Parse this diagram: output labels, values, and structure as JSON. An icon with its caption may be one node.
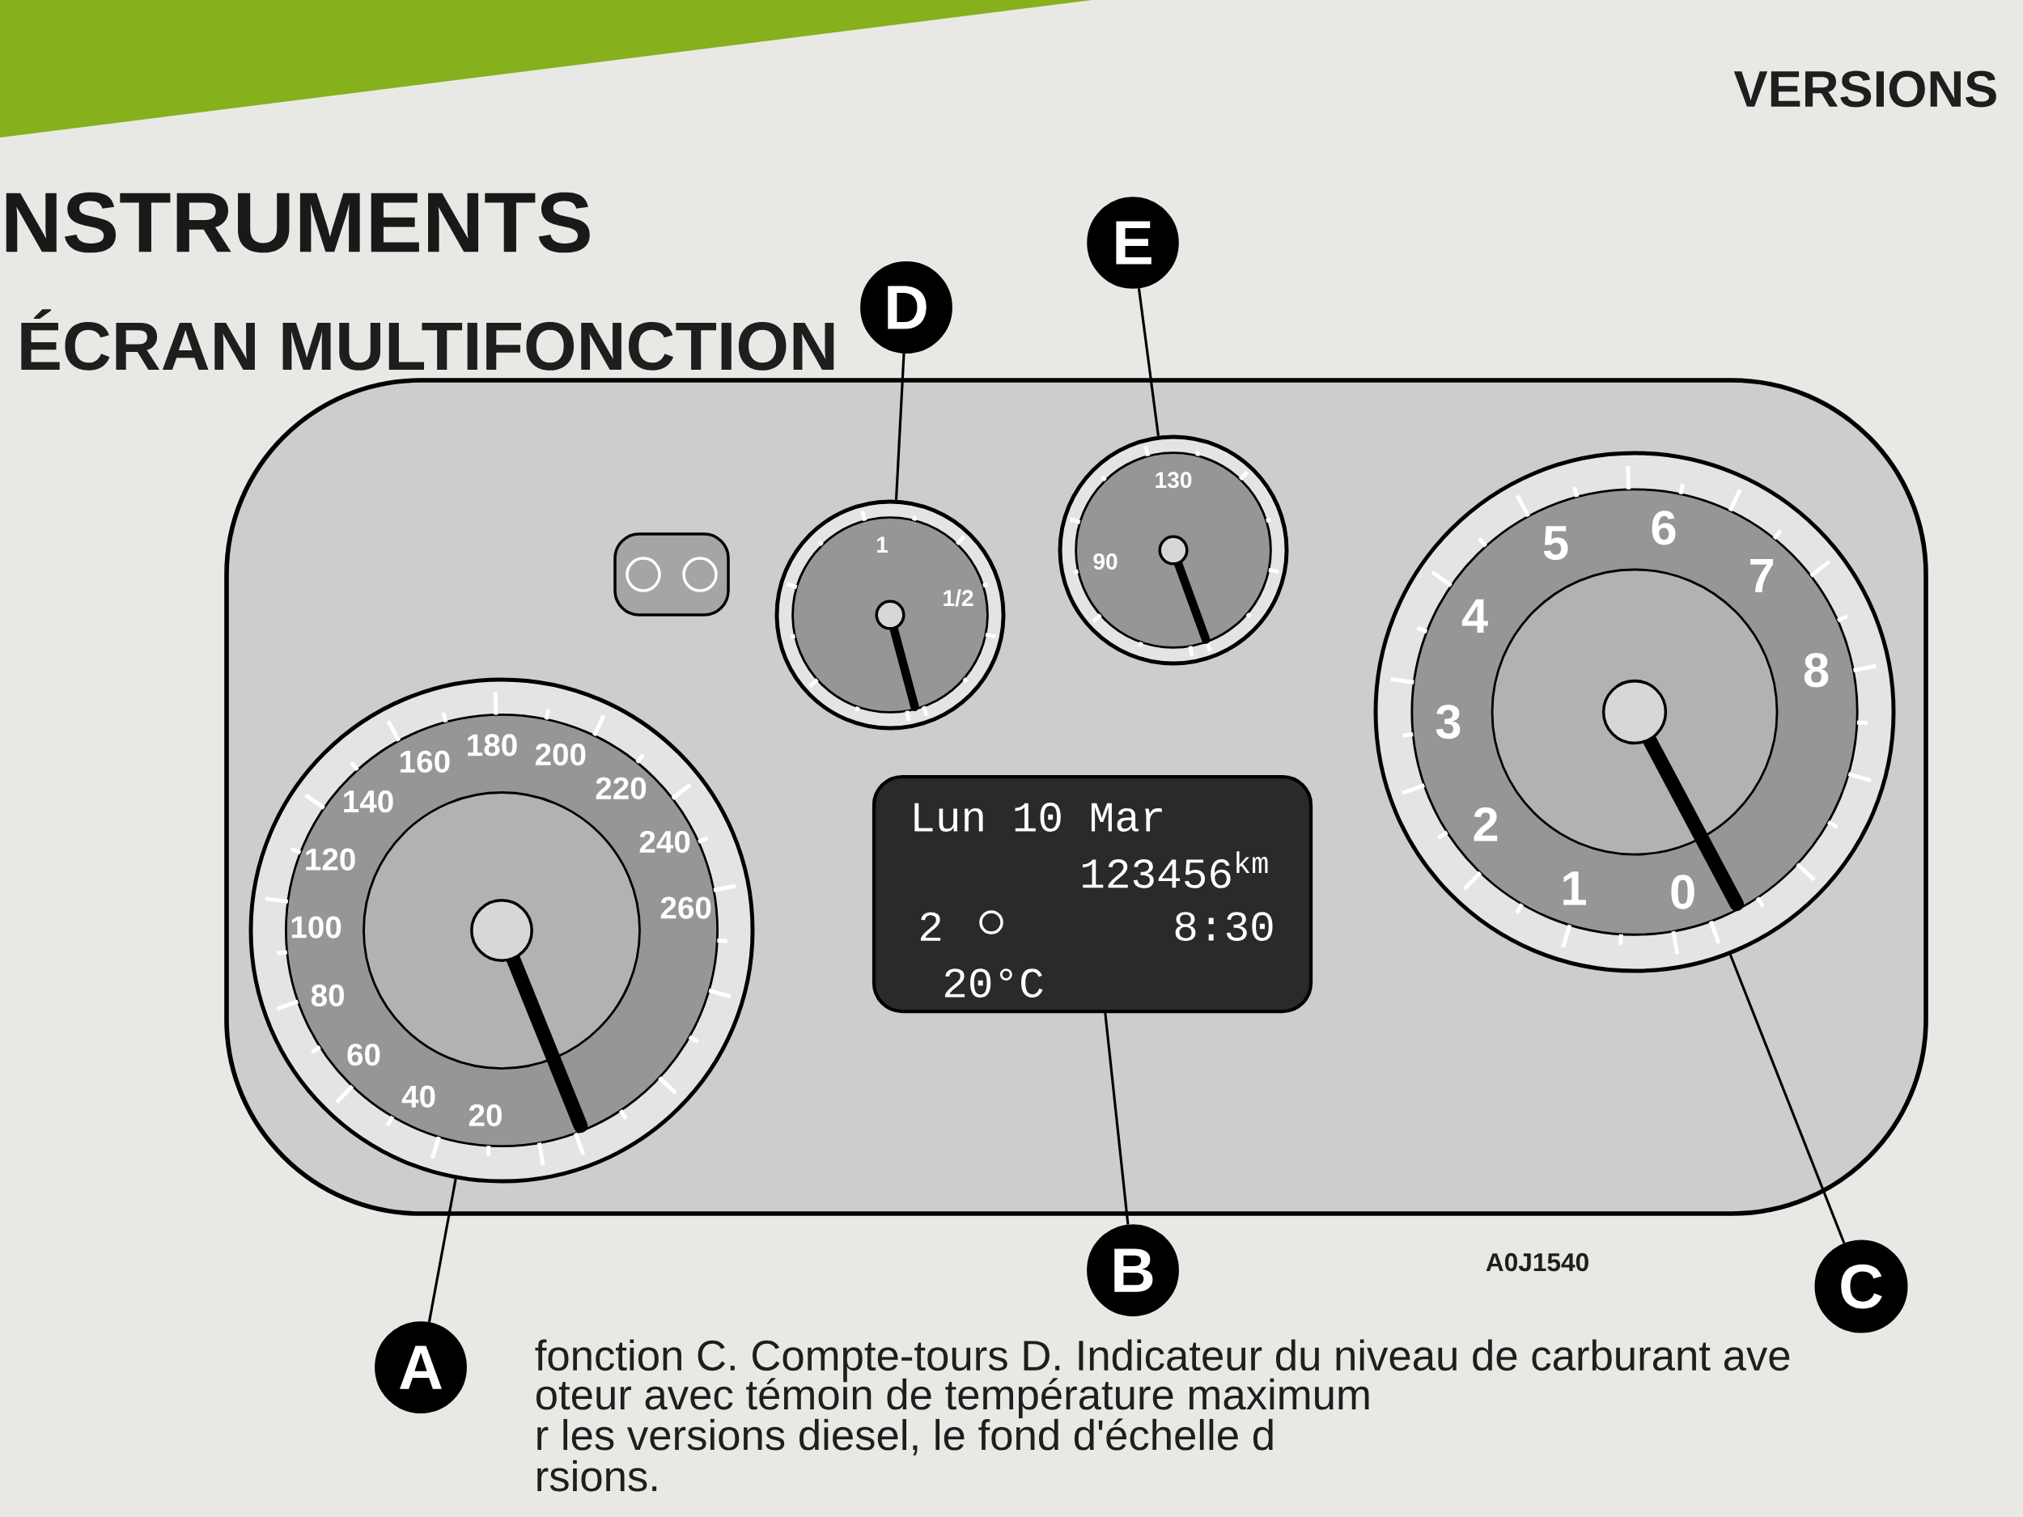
{
  "diagram": {
    "title": "NSTRUMENTS",
    "nodes": [
      {
        "text": [],
        "shape": "circle"
      },
      {
        "text": [
          "Lun 10 Mar",
          "123456$^{km}$",
          "2",
          "8:30",
          "20°C"
        ]
      },
      {
        "text": [],
        "shape": "circle"
      },
      {
        "text": [],
        "shape": "circle"
      },
      {
        "text": [],
        "shape": "circle"
      },
      {
        "text": [
          "A"
        ]
      },
      {
        "text": [
          "B"
        ]
      },
      {
        "text": [
          "C"
        ]
      },
      {
        "text": [
          "D"
        ]
      },
      {
        "text": [
          "E"
        ]
      }
    ],
    "edges": [
      {
        "from": 5,
        "to": 0,
        "arrow": "none"
      },
      {
        "from": 6,
        "to": 1,
        "arrow": "none"
      },
      {
        "from": 7,
        "to": 2,
        "arrow": "none"
      },
      {
        "from": 8,
        "to": 3,
        "arrow": "none"
      },
      {
        "from": 9,
        "to": 4,
        "arrow": "none"
      }
    ],
    "labels": [
      "VERSIONS",
      "ÉCRAN MULTIFONCTION",
      "20",
      "40",
      "60",
      "80",
      "100",
      "120",
      "140",
      "160",
      "180",
      "200",
      "220",
      "240",
      "260",
      "0",
      "1",
      "2",
      "3",
      "4",
      "5",
      "6",
      "7",
      "8",
      "1",
      "1/2",
      "130",
      "90",
      "A0J1540",
      "fonction C. Compte-tours D. Indicateur du niveau de carburant ave",
      "oteur avec témoin de température maximum",
      "r les versions diesel, le fond d'échelle d",
      "rsions."
    ]
  }
}
